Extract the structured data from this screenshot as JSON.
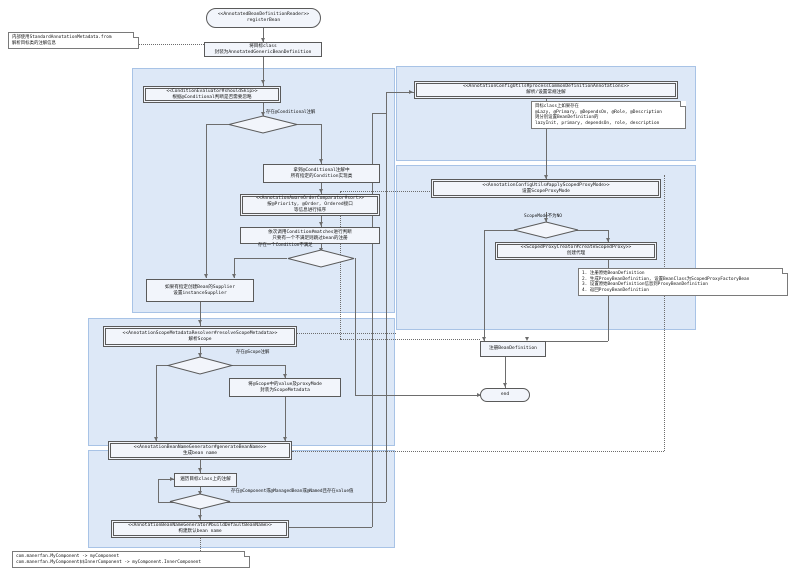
{
  "diagram": {
    "title": "AnnotatedBeanDefinitionReader registerBean flow",
    "panel_color": "#dde8f7",
    "node_color": "#f2f5fb",
    "line_color": "#6d6d6d"
  },
  "nodes": {
    "start": {
      "l1": "<<AnnotatedBeanDefinitionReader>>",
      "l2": "registerBean"
    },
    "wrap": {
      "l1": "将目标class",
      "l2": "封装为AnnotatedGenericBeanDefinition"
    },
    "should_skip": {
      "l1": "<<ConditionEvaluator#shouldSkip>>",
      "l2": "根据@Conditional判断是否需要忽略"
    },
    "get_conditions": {
      "l1": "拿到@Conditional注解中",
      "l2": "所有指定的Condition实现类"
    },
    "sort": {
      "l1": "<<AnnotationAwareOrderComparator#sort>>",
      "l2": "按@Priority, @Order, Ordered接口",
      "l3": "等信息进行排序"
    },
    "matches": {
      "l1": "依次调用Condition#matches进行判断",
      "l2": "只要有一个不满足则跳过bean的注册"
    },
    "supplier": {
      "l1": "如果有指定创建Bean的Supplier",
      "l2": "设置instanceSupplier"
    },
    "resolve_scope": {
      "l1": "<<AnnotationScopeMetadataResolver#resolveScopeMetadata>>",
      "l2": "解析Scope"
    },
    "scope_meta": {
      "l1": "将@Scope中的value及proxyMode",
      "l2": "封装为ScopeMetadata"
    },
    "gen_bean_name": {
      "l1": "<<AnnotationBeanNameGenerator#generateBeanName>>",
      "l2": "生成bean name"
    },
    "iterate_ann": {
      "l1": "遍历目标class上的注解"
    },
    "build_default_name": {
      "l1": "<<AnnotationBeanNameGenerator#buildDefaultBeanName>>",
      "l2": "构建默认bean name"
    },
    "process_common": {
      "l1": "<<AnnotationConfigUtils#processCommonDefinitionAnnotations>>",
      "l2": "解析/设置常规注解"
    },
    "apply_scoped_proxy": {
      "l1": "<<AnnotationConfigUtils#applyScopedProxyMode>>",
      "l2": "设置ScopeProxyMode"
    },
    "create_scoped_proxy": {
      "l1": "<<ScopedProxyCreator#createScopedProxy>>",
      "l2": "创建代理"
    },
    "register_bd": {
      "l1": "注册BeanDefinition"
    },
    "end": {
      "l1": "end"
    }
  },
  "notes": {
    "metadata_note": [
      "内部使用StandardAnnotationMetadata.from",
      "解析目标类的注解信息"
    ],
    "common_ann_note": [
      "目标class上如果存在",
      "@Lazy, @Primary, @DependsOn, @Role, @Description",
      "则分别设置BeanDefinition的",
      "lazyInit, primary, dependsOn, role, description"
    ],
    "scoped_proxy_note": [
      "1. 注册原始BeanDefinition",
      "2. 生成ProxyBeanDefinition, 设置BeanClass为ScopedProxyFactoryBean",
      "3. 设置原始BeanDefinition信息到ProxyBeanDefinition",
      "4. 返回ProxyBeanDefinition"
    ],
    "bean_name_note": [
      "com.manerfan.MyComponent -> myComponent",
      "com.manerfan.MyComponent$$InnerComponent -> myComponent.InnerComponent"
    ]
  },
  "edge_labels": {
    "has_conditional": "存在@Conditional注解",
    "condition_unsatisfied": "存在一个Condition不满足",
    "has_scope": "存在@Scope注解",
    "has_component_value": "存在@Component或@ManagedBean或@Named且存在value值",
    "scope_mode_not_no": "ScopeMode不为NO"
  }
}
